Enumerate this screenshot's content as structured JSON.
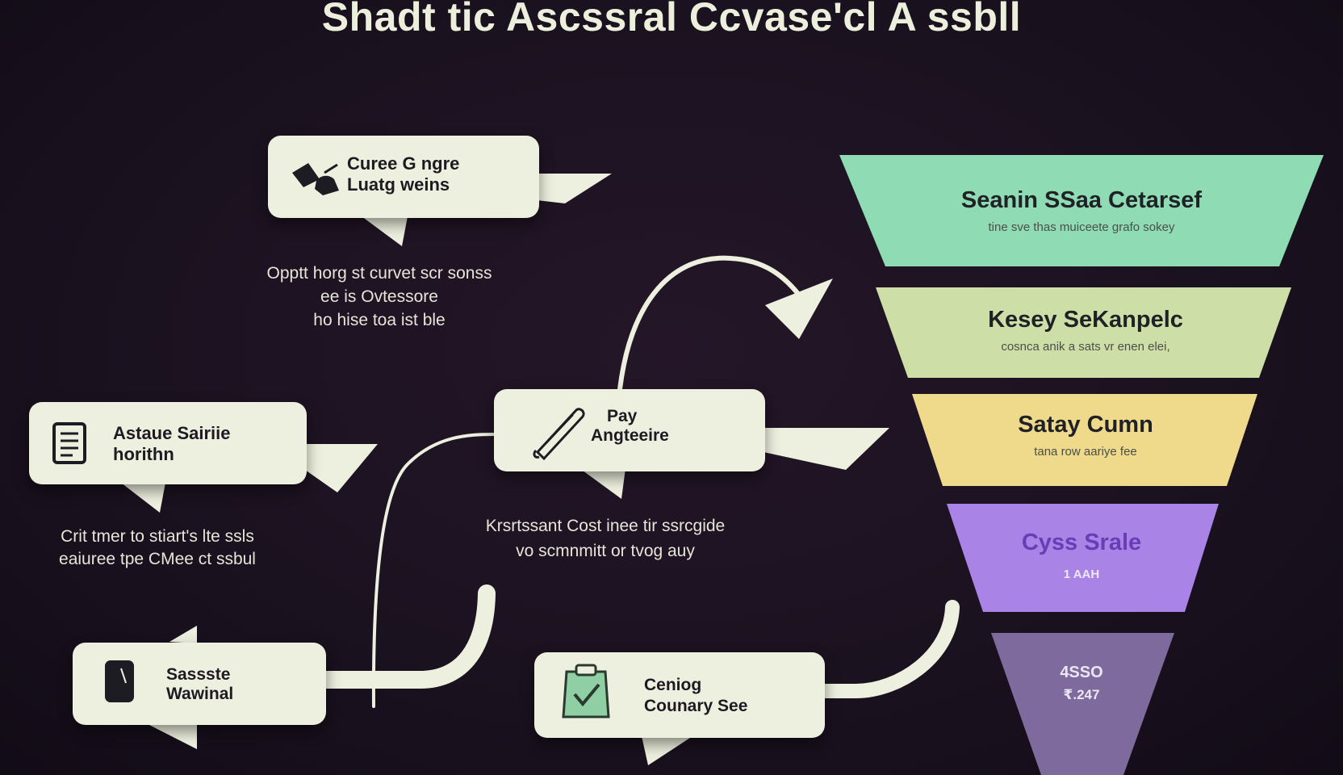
{
  "title": "Shadt tic Ascssral Ccvase'cl A ssbll",
  "cards": {
    "top": {
      "line1": "Curee G ngre",
      "line2": "Luatg weins"
    },
    "left": {
      "line1": "Astaue Sairiie",
      "line2": "horithn"
    },
    "middle": {
      "line1": "Pay",
      "line2": "Angteeire"
    },
    "bottom_left": {
      "line1": "Sassste",
      "line2": "Wawinal"
    },
    "bottom_middle": {
      "line1": "Ceniog",
      "line2": "Counary See"
    }
  },
  "captions": {
    "top": [
      "Opptt horg st curvet scr sonss",
      "ee is Ovtessore",
      "ho hise toa ist ble"
    ],
    "left": [
      "Crit tmer to stiart's lte ssls",
      "eaiuree tpe CMee ct ssbul"
    ],
    "middle": [
      "Krsrtssant Cost inee tir ssrcgide",
      "vo scmnmitt or tvog auy"
    ]
  },
  "funnel": [
    {
      "title": "Seanin SSaa Cetarsef",
      "subtitle": "tine sve thas muiceete grafo sokey",
      "color": "#8fdcb4"
    },
    {
      "title": "Kesey SeKanpelc",
      "subtitle": "cosnca anik a sats vr enen elei,",
      "color": "#cddfa6"
    },
    {
      "title": "Satay Cumn",
      "subtitle": "tana row aariye fee",
      "color": "#efd98a"
    },
    {
      "title": "Cyss Srale",
      "subtitle": "1 AAH",
      "color": "#a983e6"
    },
    {
      "title": "4SSO",
      "subtitle": "₹.247",
      "color": "#7f6a9e"
    }
  ],
  "colors": {
    "card": "#eef0df",
    "text_light": "#e6e6d8",
    "background": "#1b1220"
  },
  "icons": [
    "hand-pen-icon",
    "document-icon",
    "pen-icon",
    "smartphone-icon",
    "clipboard-check-icon"
  ]
}
